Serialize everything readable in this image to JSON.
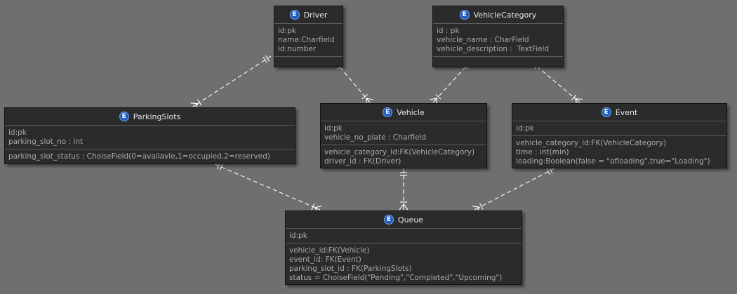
{
  "entities": {
    "driver": {
      "badge": "E",
      "name": "Driver",
      "fields": [
        "id:pk",
        "name:Charfield",
        "id:number"
      ]
    },
    "vehicle_category": {
      "badge": "E",
      "name": "VehicleCategory",
      "fields": [
        "id : pk",
        "vehicle_name : CharField",
        "vehicle_description :  TextField"
      ]
    },
    "parking_slots": {
      "badge": "E",
      "name": "ParkingSlots",
      "keys": [
        "id:pk",
        "parking_slot_no : int"
      ],
      "fields": [
        "parking_slot_status : ChoiseField(0=availavle,1=occupied,2=reserved)"
      ]
    },
    "vehicle": {
      "badge": "E",
      "name": "Vehicle",
      "keys": [
        "id:pk",
        "vehicle_no_plate : Charfield"
      ],
      "fields": [
        "vehicle_category_id:FK(VehicleCategory)",
        "driver_id : FK(Driver)"
      ]
    },
    "event": {
      "badge": "E",
      "name": "Event",
      "keys": [
        "id:pk"
      ],
      "fields": [
        "vehicle_category_id:FK(VehicleCategory)",
        "time : int(min)",
        "loading:Boolean(false = \"ofloading\",true=\"Loading\")"
      ]
    },
    "queue": {
      "badge": "E",
      "name": "Queue",
      "keys": [
        "id:pk"
      ],
      "fields": [
        "vehicle_id:FK(Vehicle)",
        "event_id: FK(Event)",
        "parking_slot_id : FK(ParkingSlots)",
        "status = ChoiseField(\"Pending\",\"Completed\",\"Upcoming\")"
      ]
    }
  },
  "relationships": [
    {
      "from": "driver",
      "to": "parking_slots",
      "from_end": "exactly-one",
      "to_end": "one-or-many"
    },
    {
      "from": "driver",
      "to": "vehicle",
      "from_end": "exactly-one",
      "to_end": "one-or-many"
    },
    {
      "from": "vehicle_category",
      "to": "vehicle",
      "from_end": "exactly-one",
      "to_end": "one-or-many"
    },
    {
      "from": "vehicle_category",
      "to": "event",
      "from_end": "exactly-one",
      "to_end": "one-or-many"
    },
    {
      "from": "parking_slots",
      "to": "queue",
      "from_end": "exactly-one",
      "to_end": "one-or-many"
    },
    {
      "from": "vehicle",
      "to": "queue",
      "from_end": "exactly-one",
      "to_end": "one-or-many"
    },
    {
      "from": "event",
      "to": "queue",
      "from_end": "exactly-one",
      "to_end": "one-or-many"
    }
  ],
  "colors": {
    "background": "#6f6f6f",
    "entity_fill": "#2b2b2b",
    "badge": "#1f5fbf",
    "line": "#ffffff"
  }
}
